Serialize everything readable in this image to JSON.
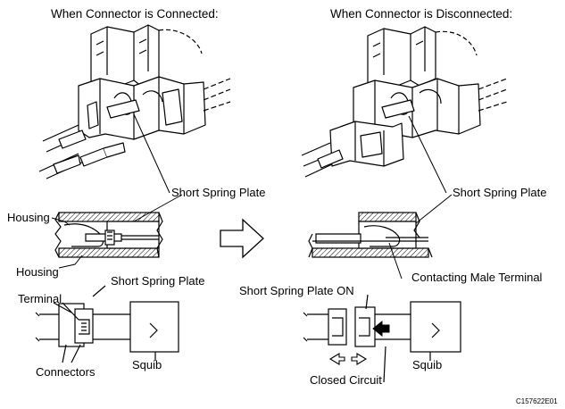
{
  "headers": {
    "connected": "When Connector is Connected:",
    "disconnected": "When Connector is Disconnected:"
  },
  "left": {
    "short_spring_plate_upper": "Short Spring Plate",
    "housing_top": "Housing",
    "housing_bottom": "Housing",
    "terminal": "Terminal",
    "short_spring_plate_lower": "Short Spring Plate",
    "connectors": "Connectors",
    "squib": "Squib"
  },
  "right": {
    "short_spring_plate_upper": "Short Spring Plate",
    "contacting_male_terminal": "Contacting Male Terminal",
    "short_spring_plate_on": "Short Spring Plate ON",
    "squib": "Squib",
    "closed_circuit": "Closed Circuit"
  },
  "figure_code": "C157622E01",
  "colors": {
    "line": "#000000",
    "hatch": "#000000",
    "background": "#ffffff"
  },
  "icons": [
    "transition-arrow-icon",
    "separation-arrows-icon",
    "contact-arrow-icon"
  ]
}
